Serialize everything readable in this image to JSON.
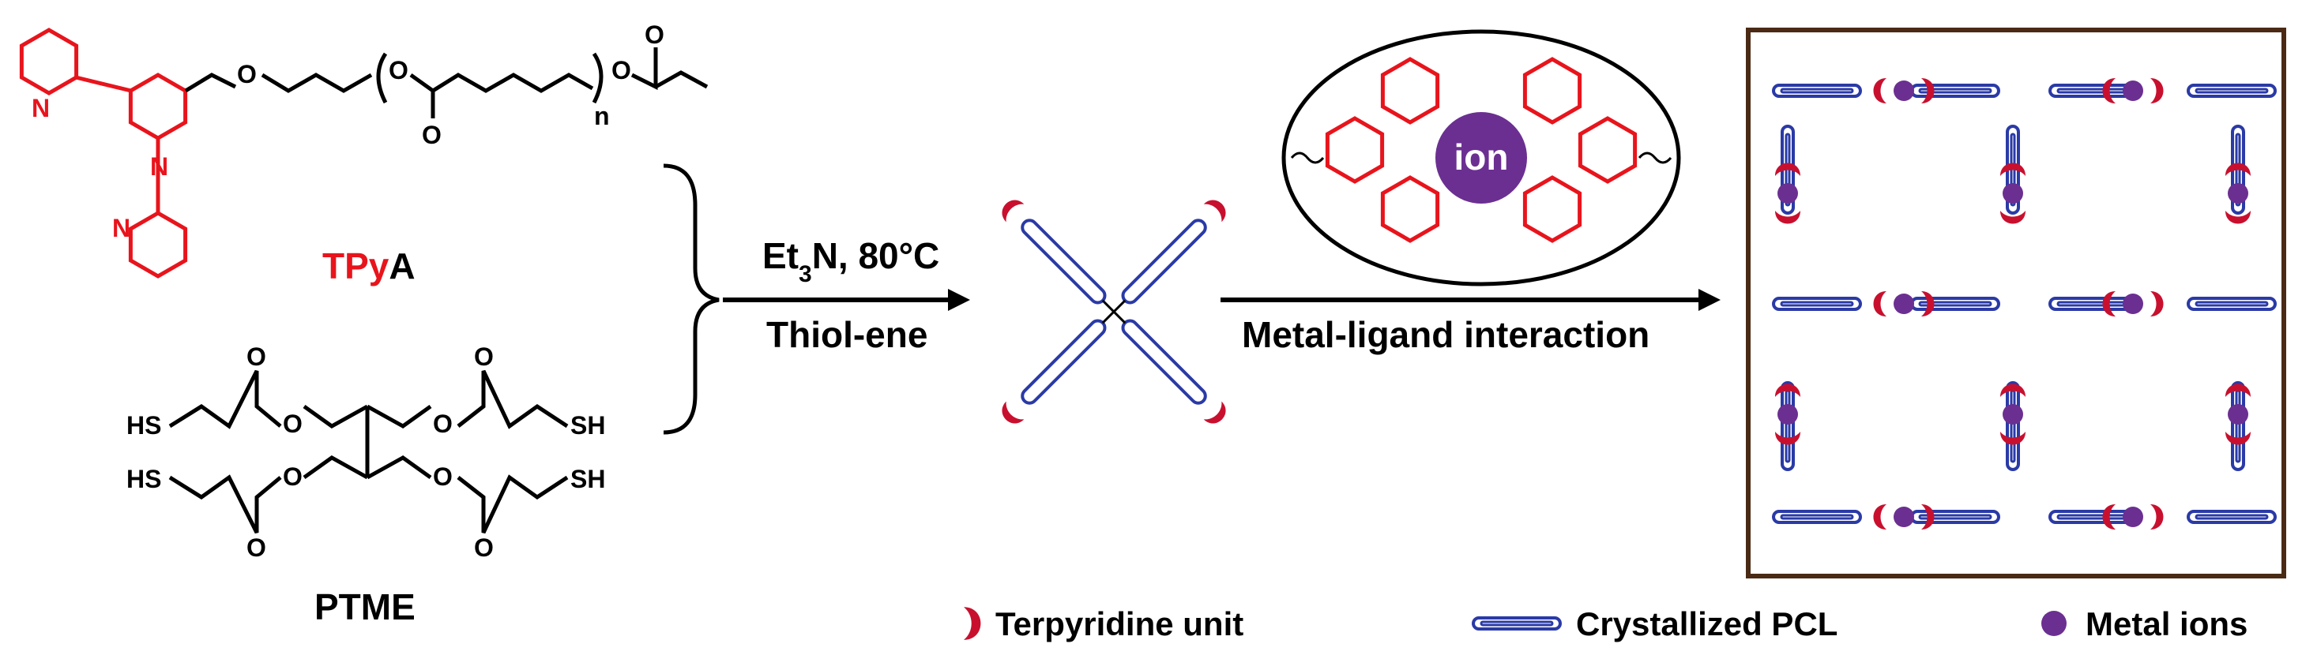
{
  "reactants": {
    "tpya": {
      "prefix": "TPy",
      "suffix": "A",
      "n_label": "n"
    },
    "ptme": {
      "name": "PTME",
      "sh": "SH",
      "hs": "HS"
    },
    "atoms": {
      "N": "N",
      "O": "O"
    }
  },
  "reaction": {
    "conditions_line1_a": "Et",
    "conditions_line1_sub": "3",
    "conditions_line1_b": "N, 80°C",
    "conditions_line2": "Thiol-ene"
  },
  "complex": {
    "center": "ion",
    "arrow_label": "Metal-ligand  interaction"
  },
  "legend": {
    "terpyridine": "Terpyridine unit",
    "pcl": "Crystallized PCL",
    "metal": "Metal ions"
  },
  "colors": {
    "red": "#e8141c",
    "blue": "#2a3aa6",
    "purple": "#6b2f91",
    "dark_red": "#c8102e",
    "frame": "#4a2a14"
  }
}
